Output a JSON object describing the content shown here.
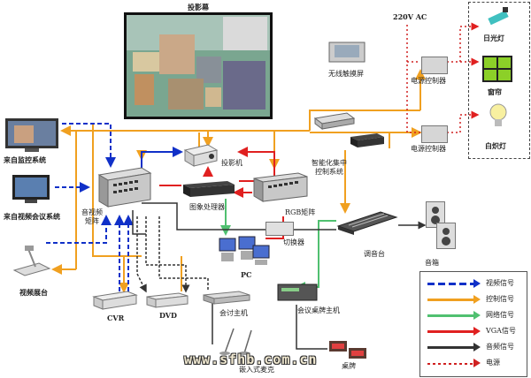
{
  "labels": {
    "screen": "投影幕",
    "ac": "220V AC",
    "fluorescent": "日光灯",
    "curtain": "窗帘",
    "incandescent": "白炽灯",
    "wireless": "无线触摸屏",
    "power1": "电源控制器",
    "power2": "电源控制器",
    "monitor": "来自监控系统",
    "videoconf": "来自视频会议系统",
    "matrix": "音视频\n矩阵",
    "projector": "投影机",
    "imgproc": "图象处理器",
    "rgb": "RGB矩阵",
    "central": "智能化集中\n控制系统",
    "switcher": "切换器",
    "mixer": "调音台",
    "speaker": "音箱",
    "booth": "视频展台",
    "pc": "PC",
    "cvr": "CVR",
    "dvd": "DVD",
    "confhost": "会讨主机",
    "tablehost": "会议桌牌主机",
    "mic": "嵌入式麦克",
    "nameplate": "桌牌"
  },
  "url": "www.sfhb.com.cn",
  "legend": [
    {
      "name": "视频信号",
      "color": "#1030c8",
      "style": "dash"
    },
    {
      "name": "控制信号",
      "color": "#f0a020",
      "style": "solid"
    },
    {
      "name": "网络信号",
      "color": "#50c070",
      "style": "solid"
    },
    {
      "name": "VGA信号",
      "color": "#e02020",
      "style": "solid"
    },
    {
      "name": "音频信号",
      "color": "#333333",
      "style": "solid"
    },
    {
      "name": "电源",
      "color": "#d02020",
      "style": "dot"
    }
  ],
  "colors": {
    "video": "#1030c8",
    "control": "#f0a020",
    "network": "#50c070",
    "vga": "#e02020",
    "audio": "#333333",
    "power": "#d02020"
  }
}
